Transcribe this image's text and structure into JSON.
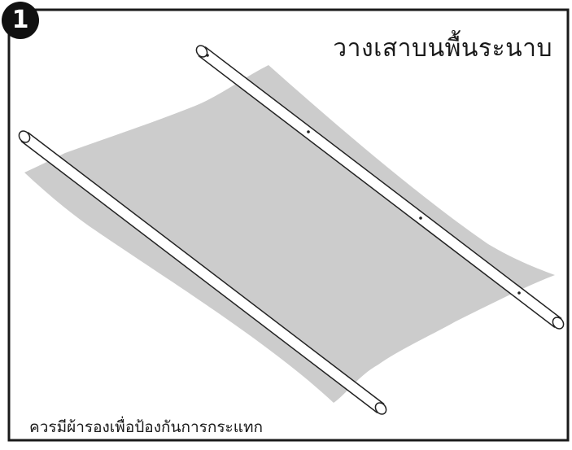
{
  "step": {
    "number": "1"
  },
  "title": "วางเสาบนพื้นระนาบ",
  "caption": "ควรมีผ้ารองเพื่อป้องกันการกระแทก",
  "colors": {
    "frame": "#1a1a1a",
    "sheet": "#cccccc",
    "pole_fill": "#ffffff",
    "pole_stroke": "#222222",
    "badge": "#111111"
  },
  "items": {
    "poles": 2,
    "ground_sheet": 1
  }
}
